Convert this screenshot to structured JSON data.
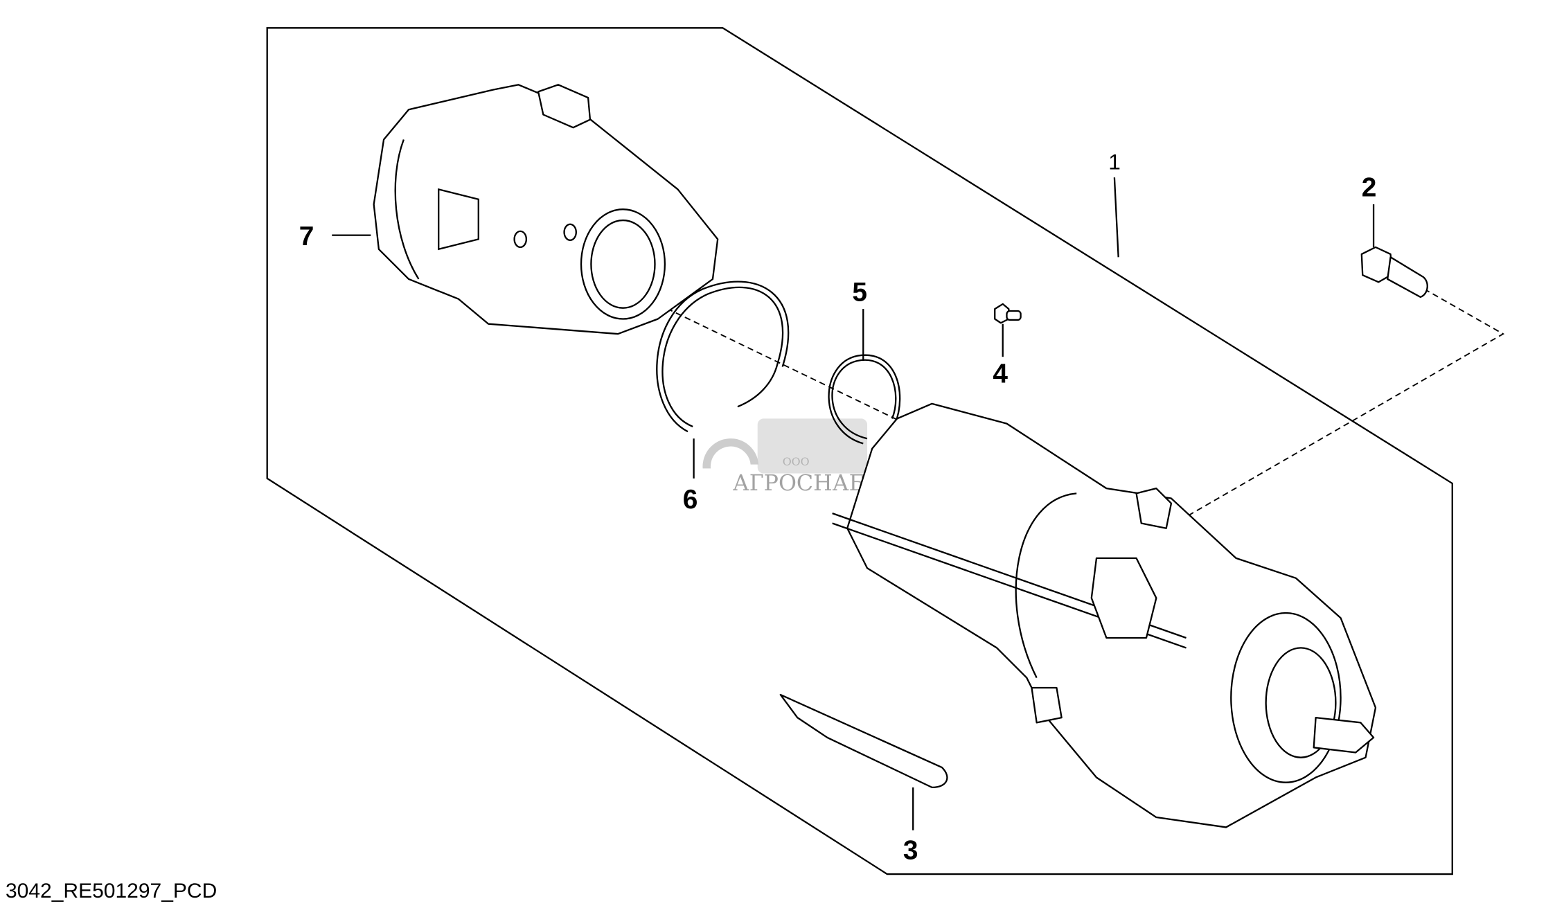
{
  "diagram_id": "3042_RE501297_PCD",
  "callouts": [
    "1",
    "2",
    "3",
    "4",
    "5",
    "6",
    "7"
  ],
  "watermark": {
    "prefix": "ООО",
    "name": "АГРОСНАБ"
  }
}
